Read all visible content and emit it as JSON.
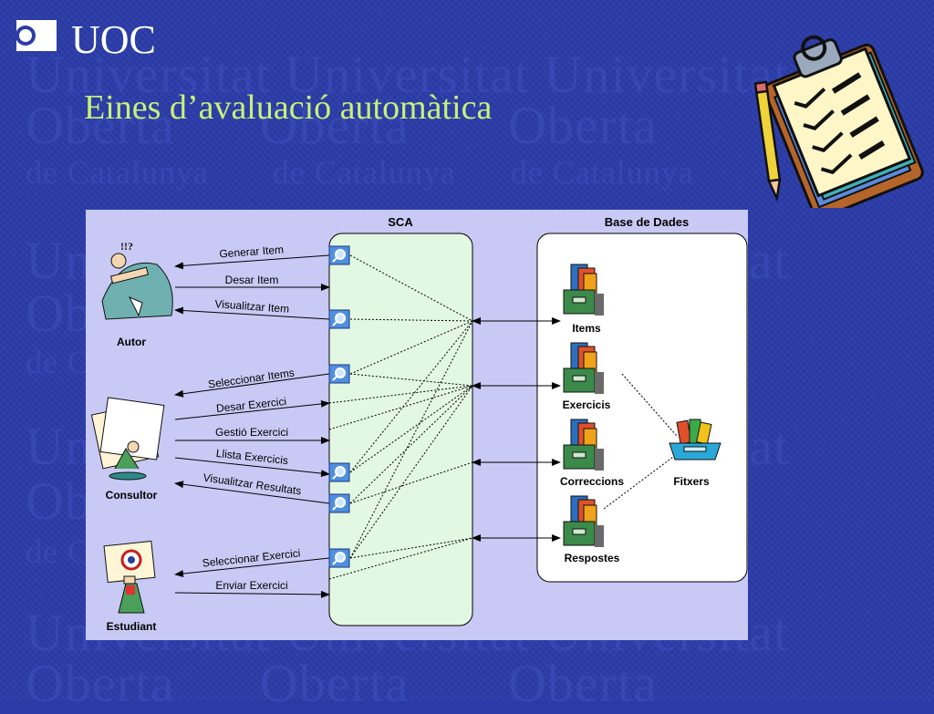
{
  "slide": {
    "logo_text": "UOC",
    "title": "Eines d’avaluació automàtica",
    "watermark": [
      "Universitat",
      "Oberta",
      "de Catalunya"
    ]
  },
  "diagram": {
    "sca_label": "SCA",
    "db_label": "Base de Dades",
    "actors": [
      {
        "name": "Autor"
      },
      {
        "name": "Consultor"
      },
      {
        "name": "Estudiant"
      }
    ],
    "operations": [
      "Generar Item",
      "Desar Item",
      "Visualitzar Item",
      "Seleccionar Items",
      "Desar Exercici",
      "Gestió Exercici",
      "Llista Exercicis",
      "Visualitzar Resultats",
      "Seleccionar Exercici",
      "Enviar Exercici"
    ],
    "databases": [
      "Items",
      "Exercicis",
      "Correccions",
      "Respostes"
    ],
    "files_label": "Fitxers"
  },
  "colors": {
    "background": "#2b3ca8",
    "title": "#c8f07a",
    "diagram_bg": "#c9c9f5",
    "sca_fill": "#e3f8e3",
    "db_fill": "#ffffff"
  }
}
